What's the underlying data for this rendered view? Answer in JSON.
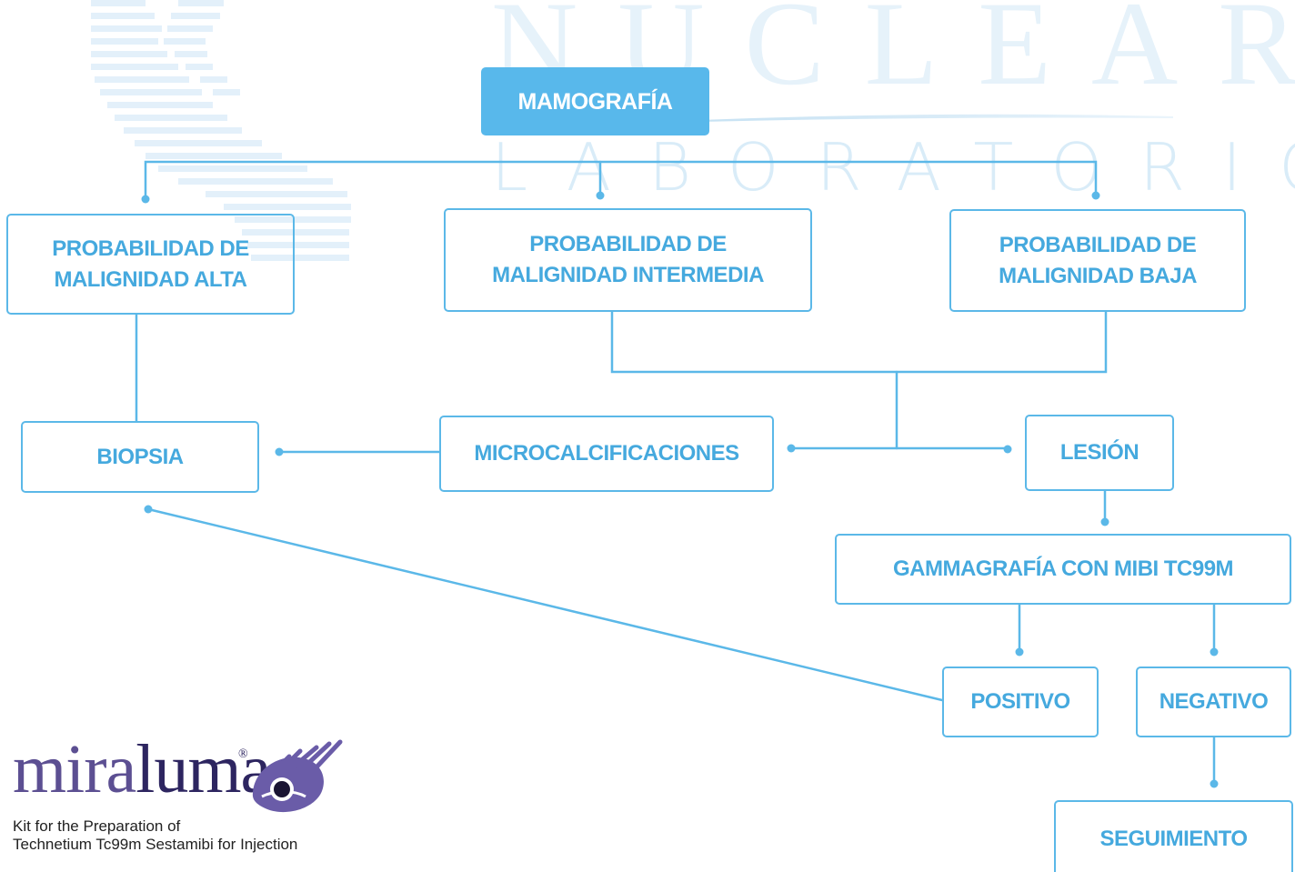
{
  "watermark": {
    "word": "NUCLEAR",
    "sub": "LABORATORIO"
  },
  "diagram": {
    "root": "MAMOGRAFÍA",
    "prob_alta": "PROBABILIDAD DE\nMALIGNIDAD ALTA",
    "prob_intermedia": "PROBABILIDAD DE\nMALIGNIDAD INTERMEDIA",
    "prob_baja": "PROBABILIDAD DE\nMALIGNIDAD BAJA",
    "biopsia": "BIOPSIA",
    "microcalcificaciones": "MICROCALCIFICACIONES",
    "lesion": "LESIÓN",
    "gammagrafia": "GAMMAGRAFÍA CON MIBI TC99M",
    "positivo": "POSITIVO",
    "negativo": "NEGATIVO",
    "seguimiento": "SEGUIMIENTO"
  },
  "logo": {
    "word_light": "mira",
    "word_dark": "luma",
    "registered": "®",
    "tagline_1": "Kit for the Preparation of",
    "tagline_2": "Technetium Tc99m Sestamibi for Injection"
  },
  "colors": {
    "accent": "#58b8eb",
    "node_text": "#45a9de",
    "watermark": "#e6f2fa",
    "logo_purple": "#5c4f92"
  }
}
